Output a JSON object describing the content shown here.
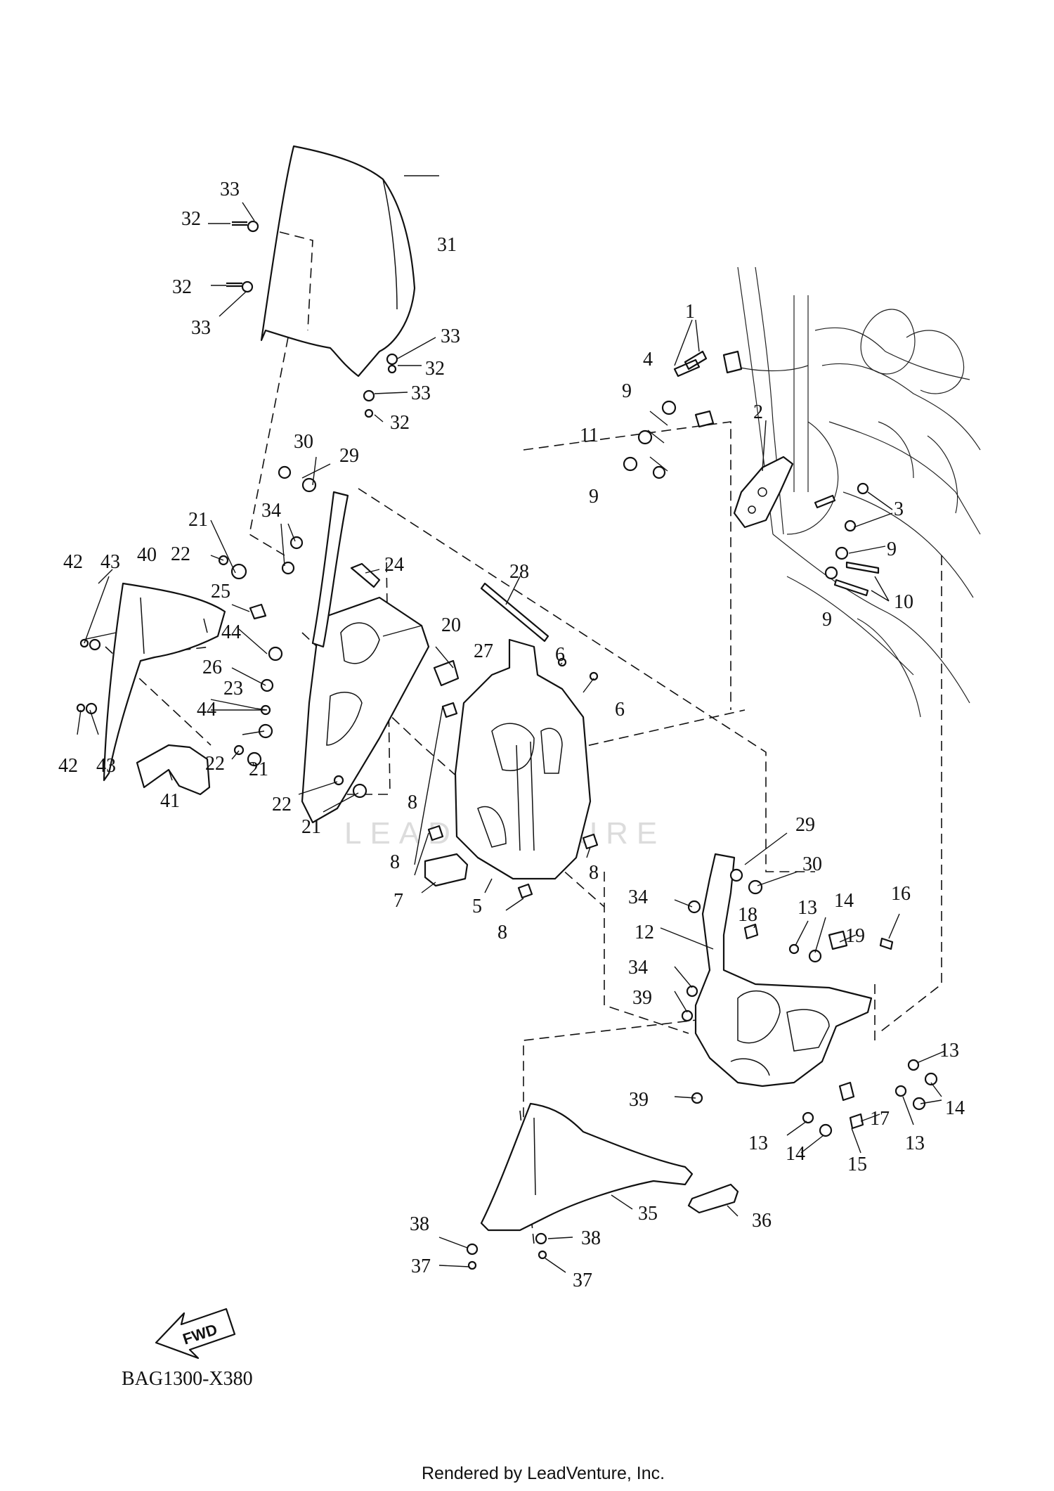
{
  "diagram_code": "BAG1300-X380",
  "footer": "Rendered by LeadVenture, Inc.",
  "watermark": "LEADVENTURE",
  "fwd_label": "FWD",
  "callouts": [
    "1",
    "2",
    "3",
    "3",
    "4",
    "5",
    "6",
    "6",
    "7",
    "8",
    "8",
    "8",
    "8",
    "9",
    "9",
    "9",
    "9",
    "10",
    "11",
    "12",
    "13",
    "13",
    "13",
    "13",
    "14",
    "14",
    "14",
    "15",
    "16",
    "17",
    "18",
    "19",
    "20",
    "21",
    "21",
    "21",
    "22",
    "22",
    "22",
    "23",
    "24",
    "25",
    "26",
    "27",
    "28",
    "29",
    "29",
    "30",
    "30",
    "31",
    "32",
    "32",
    "32",
    "32",
    "33",
    "33",
    "33",
    "33",
    "34",
    "34",
    "34",
    "35",
    "36",
    "37",
    "37",
    "38",
    "38",
    "39",
    "39",
    "40",
    "41",
    "42",
    "42",
    "43",
    "43",
    "44",
    "44"
  ]
}
